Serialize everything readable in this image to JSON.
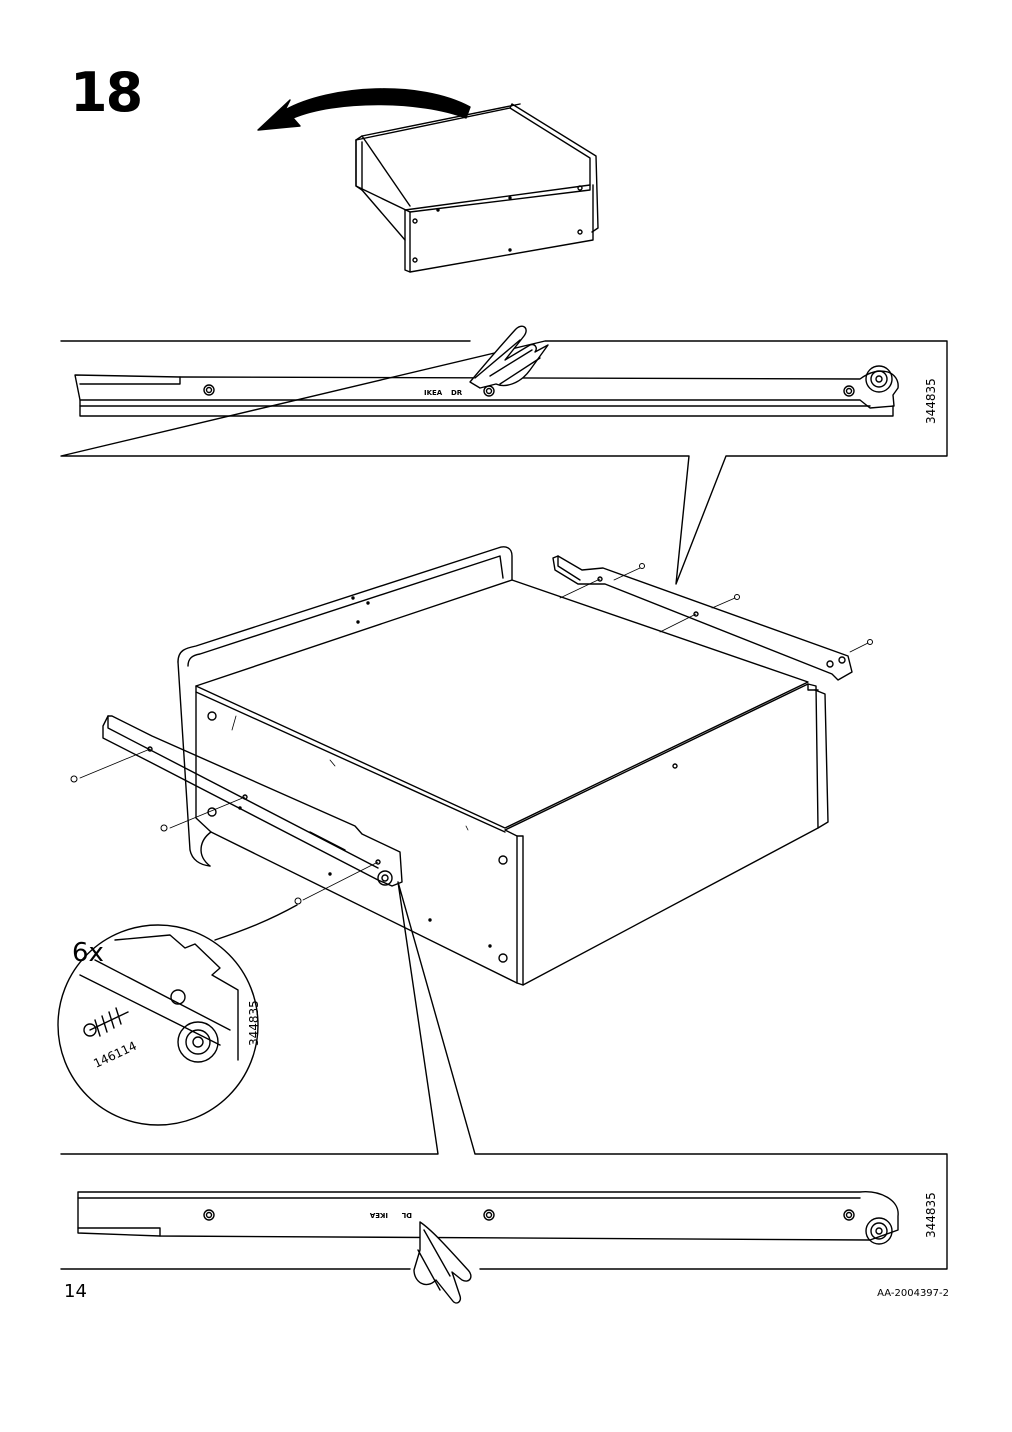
{
  "step": {
    "number": "18"
  },
  "top_callout": {
    "part_number": "344835",
    "rail_marking_1": "IKEA",
    "rail_marking_2": "DR"
  },
  "bottom_callout": {
    "part_number": "344835",
    "rail_marking_1": "IKEA",
    "rail_marking_2": "DL"
  },
  "hardware_detail": {
    "quantity": "6x",
    "screw_part_number": "146114",
    "rail_part_number": "344835"
  },
  "footer": {
    "page_number": "14",
    "document_code": "AA-2004397-2"
  }
}
